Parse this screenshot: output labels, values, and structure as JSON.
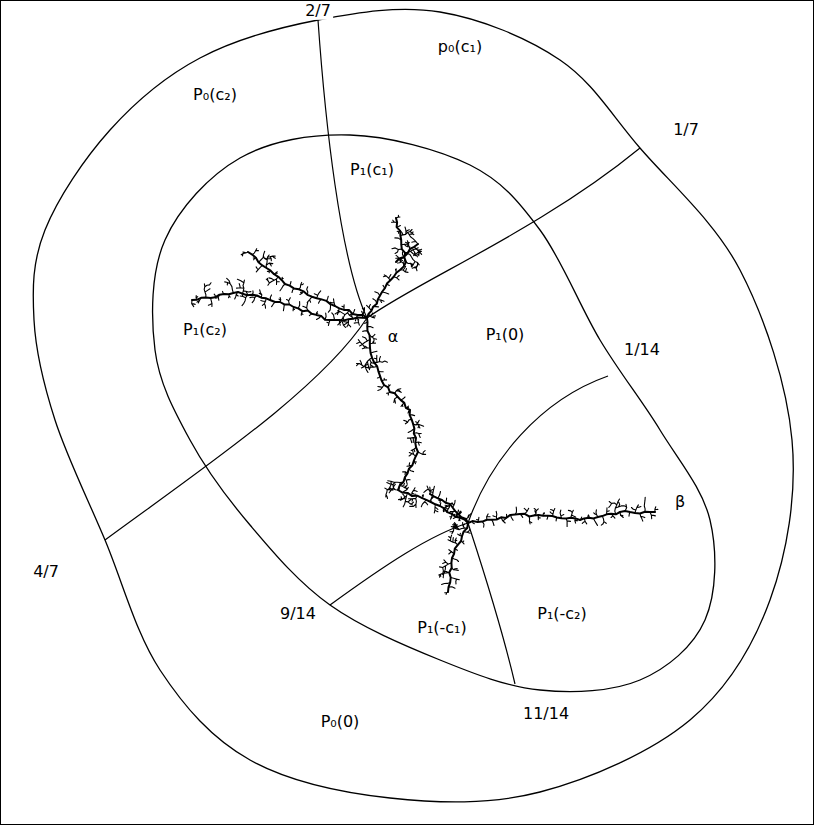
{
  "diagram": {
    "labels": [
      "2/7",
      "p₀(c₁)",
      "1/7",
      "P₀(c₂)",
      "P₁(c₁)",
      "P₁(c₂)",
      "α",
      "P₁(0)",
      "1/14",
      "β",
      "4/7",
      "9/14",
      "P₁(-c₁)",
      "P₁(-c₂)",
      "11/14",
      "P₀(0)"
    ]
  }
}
